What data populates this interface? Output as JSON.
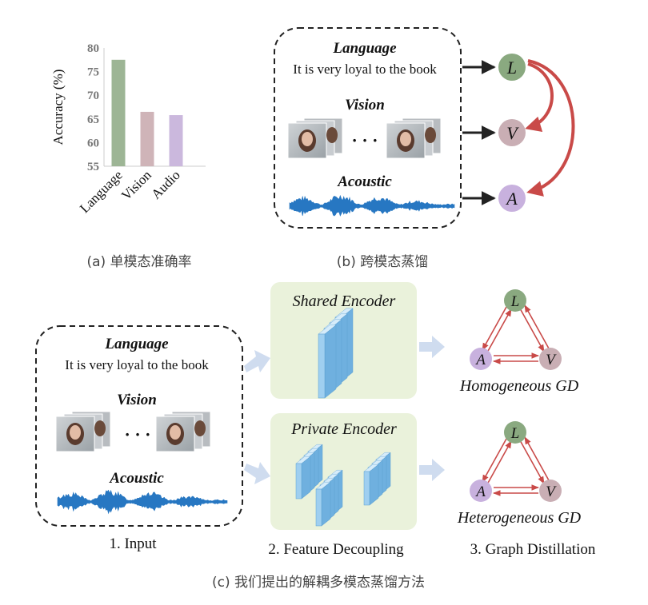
{
  "chart_data": {
    "type": "bar",
    "categories": [
      "Language",
      "Vision",
      "Audio"
    ],
    "values": [
      77.5,
      66.5,
      65.8
    ],
    "colors": [
      "#9db595",
      "#cfb4b8",
      "#cbb8dd"
    ],
    "ylabel": "Accuracy (%)",
    "ylim": [
      55,
      80
    ],
    "yticks": [
      55,
      60,
      65,
      70,
      75,
      80
    ],
    "grid": false
  },
  "captions": {
    "a": "(a) 单模态准确率",
    "b": "(b) 跨模态蒸馏",
    "c": "(c) 我们提出的解耦多模态蒸馏方法"
  },
  "panel_b": {
    "language_title": "Language",
    "sentence": "It is very loyal to the book",
    "vision_title": "Vision",
    "ellipsis": "· · ·",
    "acoustic_title": "Acoustic",
    "nodes": [
      "L",
      "V",
      "A"
    ]
  },
  "panel_c": {
    "input": {
      "language_title": "Language",
      "sentence": "It is very loyal to the book",
      "vision_title": "Vision",
      "ellipsis": "· · ·",
      "acoustic_title": "Acoustic"
    },
    "shared_encoder": "Shared  Encoder",
    "private_encoder": "Private Encoder",
    "homo_label": "Homogeneous  GD",
    "hetero_label": "Heterogeneous  GD",
    "graph_nodes": [
      "L",
      "A",
      "V"
    ],
    "steps": [
      "1. Input",
      "2. Feature Decoupling",
      "3. Graph Distillation"
    ]
  },
  "colors": {
    "node_L": "#8aa980",
    "node_V": "#c9aeb4",
    "node_A": "#c8b1de",
    "distill_arrow": "#c94a48",
    "encoder_bg": "#eaf2db",
    "block_fill": "#8fc6ea",
    "wave": "#2777c2",
    "big_arrow": "#cfdcef"
  }
}
